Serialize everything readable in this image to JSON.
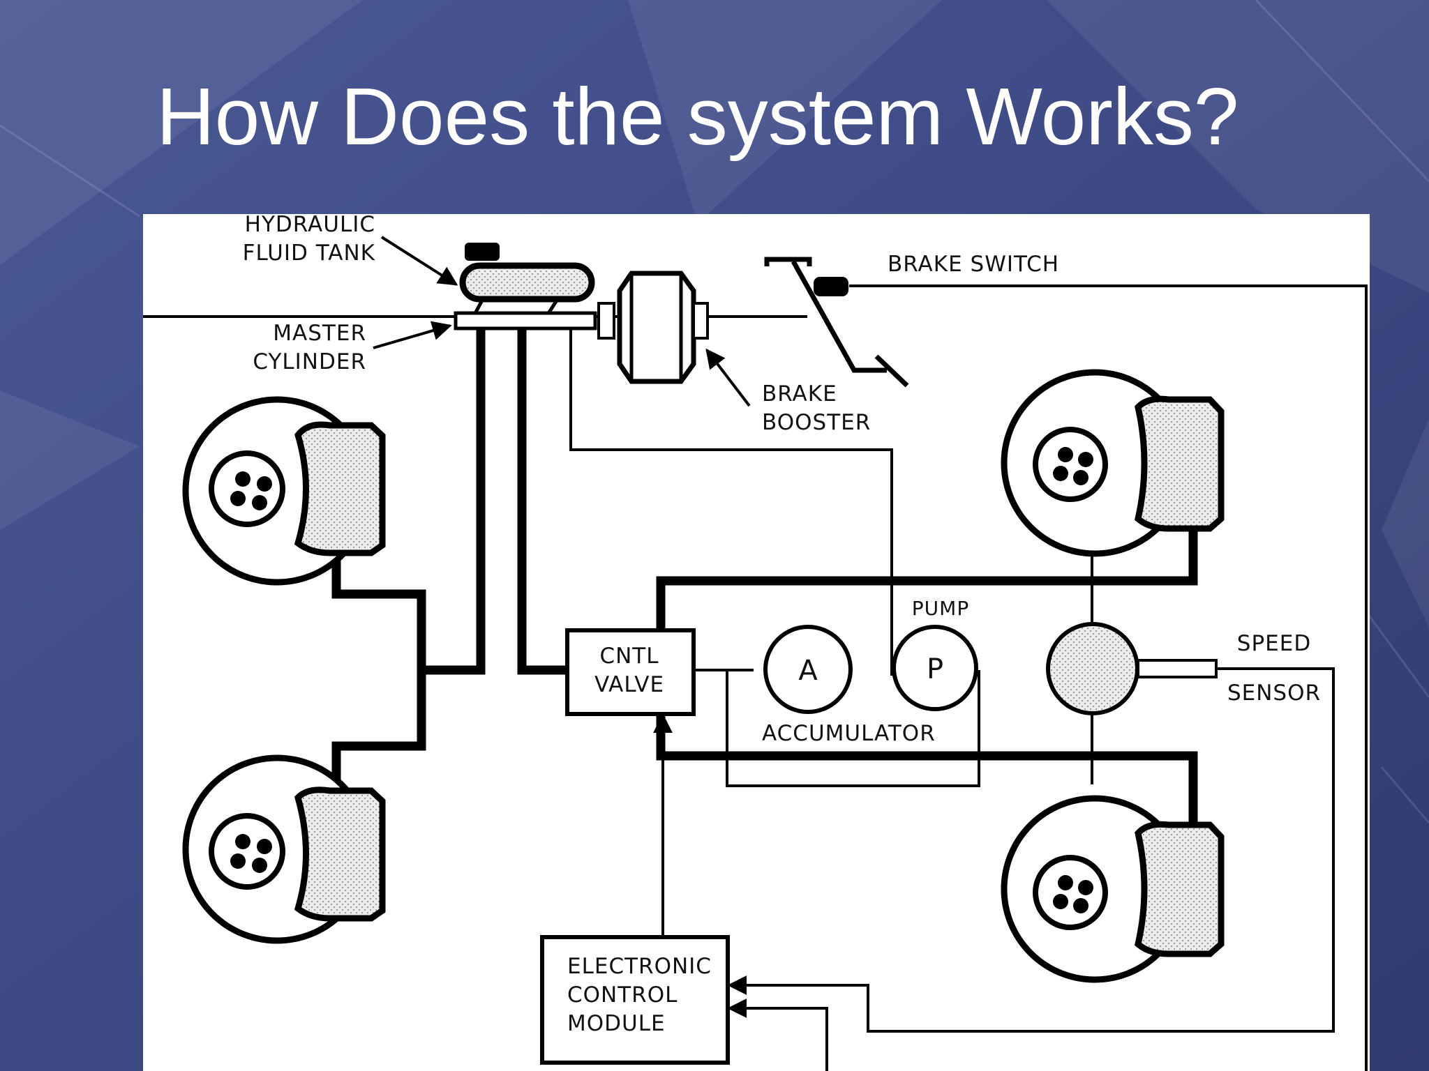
{
  "slide": {
    "title": "How Does the system Works?",
    "colors": {
      "background": "#3f4c86",
      "title": "#ffffff",
      "diagram_background": "#ffffff",
      "ink": "#000000",
      "pad_fill": "#e0e0e0"
    }
  },
  "diagram": {
    "labels": {
      "hydraulic_fluid_tank": [
        "HYDRAULIC",
        "FLUID TANK"
      ],
      "master_cylinder": [
        "MASTER",
        "CYLINDER"
      ],
      "brake_booster": [
        "BRAKE",
        "BOOSTER"
      ],
      "brake_switch": "BRAKE SWITCH",
      "pump": "PUMP",
      "accumulator": "ACCUMULATOR",
      "accumulator_symbol": "A",
      "pump_symbol": "P",
      "control_valve": [
        "CNTL",
        "VALVE"
      ],
      "speed_sensor": [
        "SPEED",
        "SENSOR"
      ],
      "electronic_control_module": [
        "ELECTRONIC",
        "CONTROL",
        "MODULE"
      ]
    }
  }
}
